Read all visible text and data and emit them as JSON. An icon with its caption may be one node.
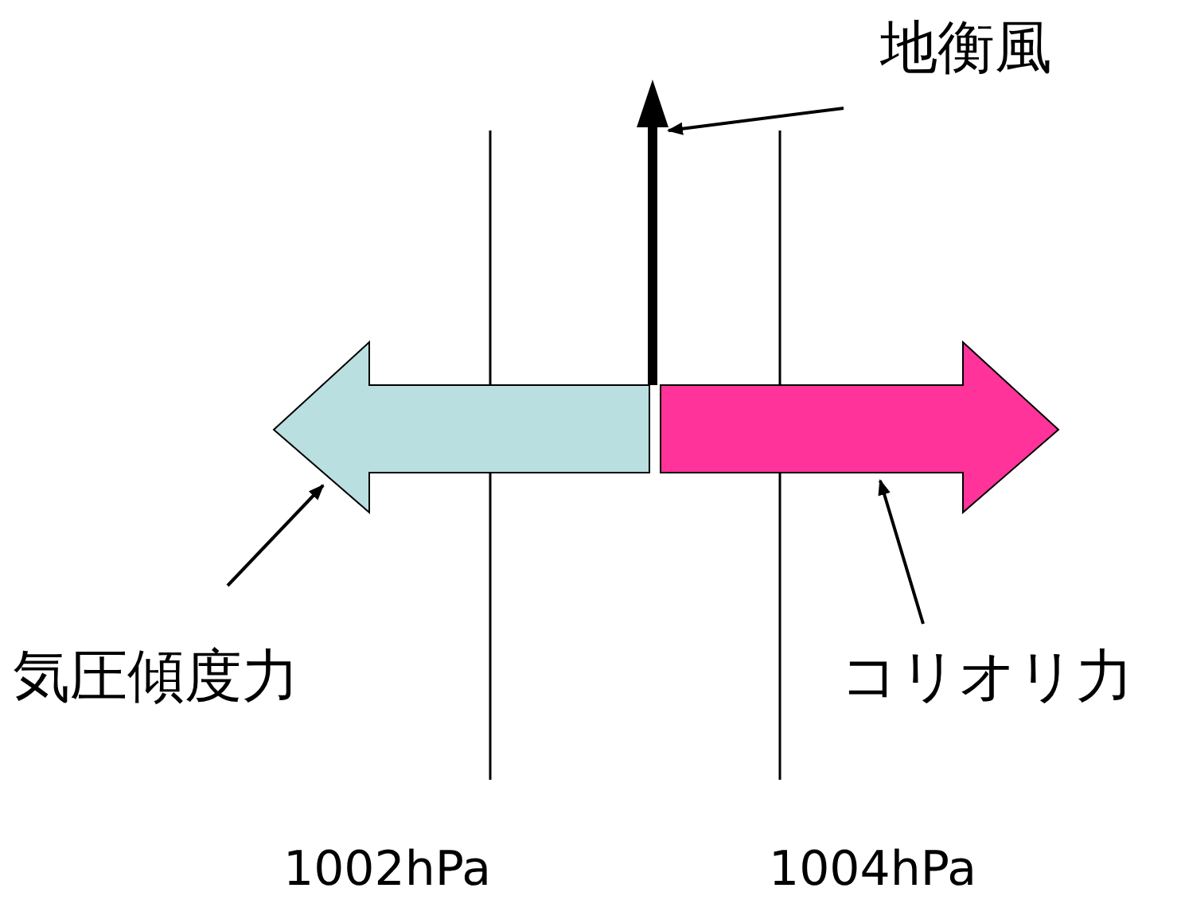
{
  "diagram": {
    "nodes": [
      {
        "text": [
          "地衡風"
        ]
      },
      {
        "text": [],
        "shape": "arrow"
      },
      {
        "text": [],
        "shape": "arrow"
      },
      {
        "text": [],
        "shape": "arrow"
      },
      {
        "text": [
          "気圧傾度力"
        ]
      },
      {
        "text": [
          "コリオリ力"
        ]
      }
    ],
    "edges": [
      {
        "from": 0,
        "to": 1,
        "arrow": "to"
      },
      {
        "from": 4,
        "to": 2,
        "arrow": "to"
      },
      {
        "from": 5,
        "to": 3,
        "arrow": "to"
      }
    ],
    "labels": [
      "1002hPa",
      "1004hPa"
    ]
  }
}
